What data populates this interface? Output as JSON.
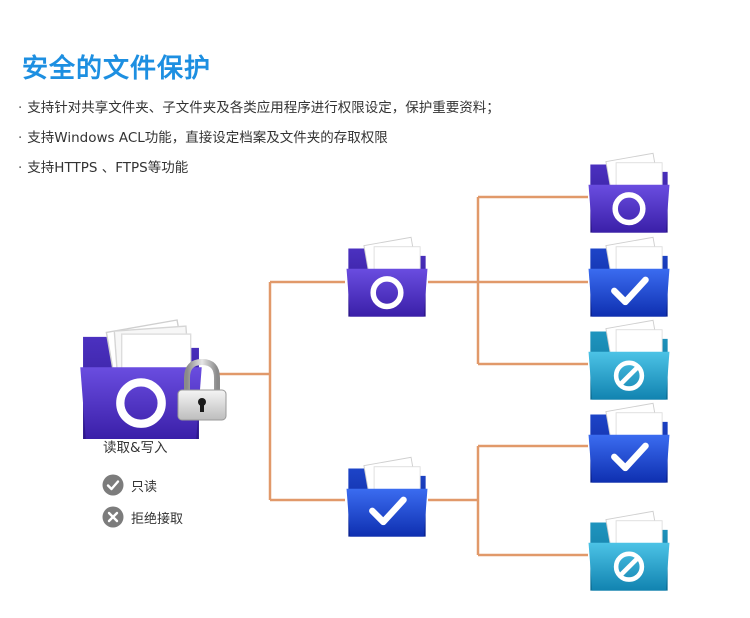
{
  "heading": "安全的文件保护",
  "bullets": [
    "支持针对共享文件夹、子文件夹及各类应用程序进行权限设定，保护重要资料；",
    "支持Windows ACL功能，直接设定档案及文件夹的存取权限",
    "支持HTTPS 、FTPS等功能"
  ],
  "root_caption": "读取&写入",
  "legend": {
    "read_only": "只读",
    "deny": "拒绝接取"
  },
  "colors": {
    "title": "#1d8fe1",
    "connector": "#e1996a",
    "purple_folder": "#4a2fbf",
    "blue_folder": "#1a48d0",
    "teal_folder": "#1d9fc4"
  },
  "icons": {
    "root": "lock-icon",
    "read_write": "circle-icon",
    "read_only": "check-icon",
    "deny": "deny-icon"
  }
}
